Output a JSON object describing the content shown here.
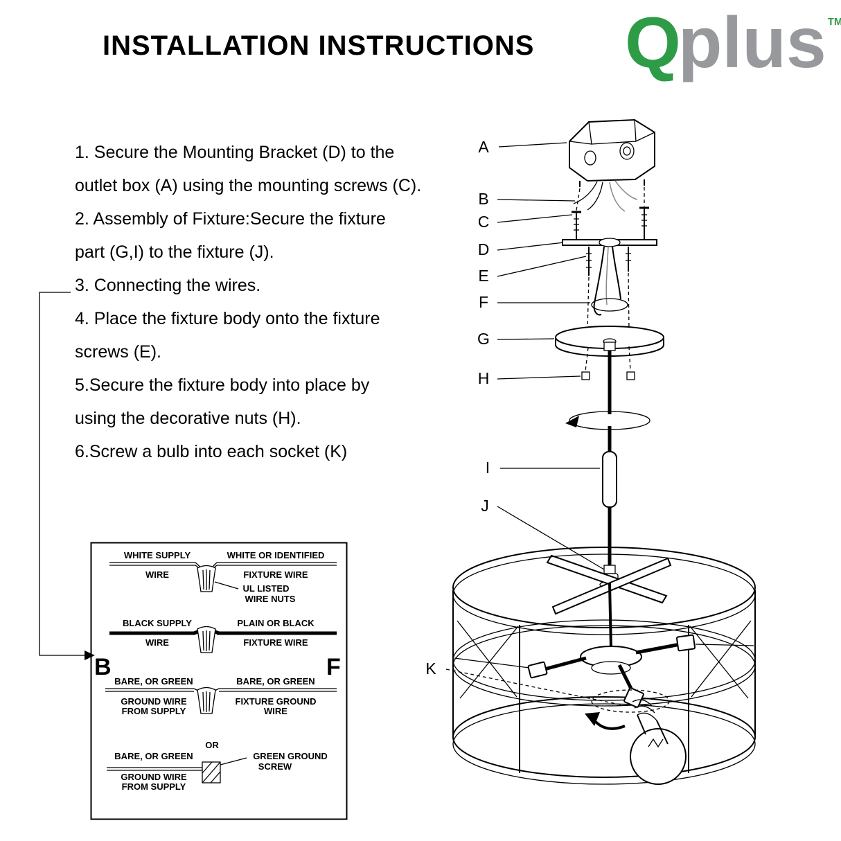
{
  "header": {
    "title": "INSTALLATION INSTRUCTIONS",
    "logo": {
      "q": "Q",
      "plus": "plus",
      "tm": "TM"
    }
  },
  "instructions": {
    "lines": [
      "1. Secure the Mounting Bracket (D) to the",
      "outlet box (A) using the mounting screws (C).",
      "2. Assembly of Fixture:Secure the fixture",
      "part (G,I) to the fixture (J).",
      "3. Connecting the wires.",
      "4. Place the fixture body onto the fixture",
      "screws (E).",
      "5.Secure the fixture body into place by",
      "using the decorative nuts (H).",
      "6.Screw a bulb into each socket (K)"
    ]
  },
  "wiring": {
    "row1": {
      "left_top": "WHITE SUPPLY",
      "left_bottom": "WIRE",
      "right_top": "WHITE OR IDENTIFIED",
      "right_bottom": "FIXTURE WIRE",
      "note_line1": "UL LISTED",
      "note_line2": "WIRE NUTS"
    },
    "row2": {
      "left_top": "BLACK SUPPLY",
      "left_bottom": "WIRE",
      "right_top": "PLAIN OR BLACK",
      "right_bottom": "FIXTURE WIRE"
    },
    "b": "B",
    "f": "F",
    "row3": {
      "left_top": "BARE, OR GREEN",
      "left_mid": "GROUND WIRE",
      "left_bottom": "FROM SUPPLY",
      "right_top": "BARE, OR GREEN",
      "right_mid": "FIXTURE GROUND",
      "right_bottom": "WIRE"
    },
    "or": "OR",
    "row4": {
      "left_top": "BARE, OR GREEN",
      "left_mid": "GROUND WIRE",
      "left_bottom": "FROM SUPPLY",
      "note_line1": "GREEN GROUND",
      "note_line2": "SCREW"
    }
  },
  "diagram": {
    "labels": [
      "A",
      "B",
      "C",
      "D",
      "E",
      "F",
      "G",
      "H",
      "I",
      "J",
      "K"
    ]
  },
  "colors": {
    "logo_green": "#2E9B47",
    "logo_gray": "#97999C",
    "ink": "#000000"
  }
}
